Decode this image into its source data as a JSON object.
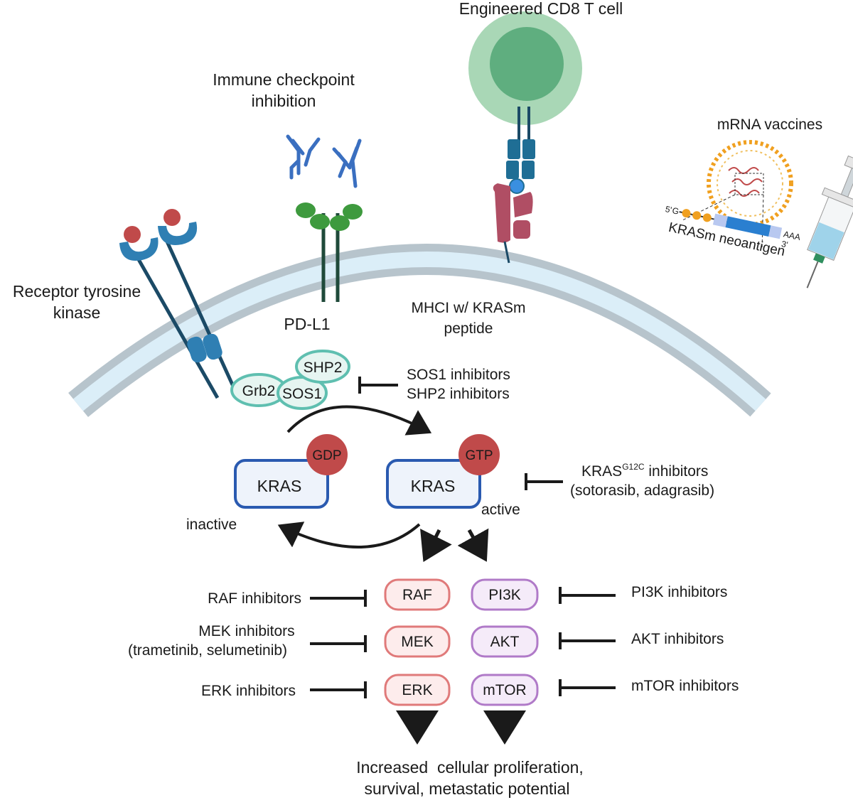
{
  "labels": {
    "engineered_cd8": "Engineered CD8 T cell",
    "immune_checkpoint_1": "Immune checkpoint",
    "immune_checkpoint_2": "inhibition",
    "mrna_vaccines": "mRNA vaccines",
    "krasm_neoantigen": "KRASm neoantigen",
    "five_prime": "5'",
    "three_prime": "3'",
    "polya": "AAA",
    "cap": "G",
    "rtk_1": "Receptor tyrosine",
    "rtk_2": "kinase",
    "pdl1": "PD-L1",
    "mhc_1": "MHCI w/ KRASm",
    "mhc_2": "peptide",
    "shp2": "SHP2",
    "grb2": "Grb2",
    "sos1": "SOS1",
    "sos1_inh": "SOS1 inhibitors",
    "shp2_inh": "SHP2 inhibitors",
    "gdp": "GDP",
    "gtp": "GTP",
    "kras": "KRAS",
    "inactive": "inactive",
    "active": "active",
    "kras_inh_prefix": "KRAS",
    "kras_inh_sup": "G12C",
    "kras_inh_suffix": " inhibitors",
    "kras_inh_drugs": "(sotorasib, adagrasib)",
    "raf": "RAF",
    "mek": "MEK",
    "erk": "ERK",
    "pi3k": "PI3K",
    "akt": "AKT",
    "mtor": "mTOR",
    "raf_inh": "RAF inhibitors",
    "mek_inh_1": "MEK inhibitors",
    "mek_inh_2": "(trametinib, selumetinib)",
    "erk_inh": "ERK inhibitors",
    "pi3k_inh": "PI3K inhibitors",
    "akt_inh": "AKT inhibitors",
    "mtor_inh": "mTOR inhibitors",
    "outcome_1": "Increased  cellular proliferation,",
    "outcome_2": "survival, metastatic potential"
  },
  "colors": {
    "membrane_outer": "#b7c4cc",
    "membrane_inner": "#dbeef8",
    "receptor_blue": "#2f7fb3",
    "receptor_dark": "#1b4a66",
    "ligand_red": "#c04a4a",
    "pdl1_green": "#3e9a3e",
    "pdl1_stem": "#1f4a3a",
    "antibody_blue": "#3a6fc0",
    "tcell_outer": "#a9d7b6",
    "tcell_inner": "#5fae7f",
    "tcr_blue": "#1f6e95",
    "mhc_maroon": "#b04e64",
    "adaptor_teal": "#5fbfb0",
    "adaptor_fill": "#e6f5f1",
    "kras_border": "#2a5ab0",
    "kras_fill": "#eef3fb",
    "nucleotide_red": "#c04a4a",
    "raf_border": "#e07a7a",
    "raf_fill": "#fdecec",
    "pi3k_border": "#b07ac8",
    "pi3k_fill": "#f5ebf9",
    "lnp_orange": "#f0a020",
    "arrow": "#1a1a1a"
  }
}
